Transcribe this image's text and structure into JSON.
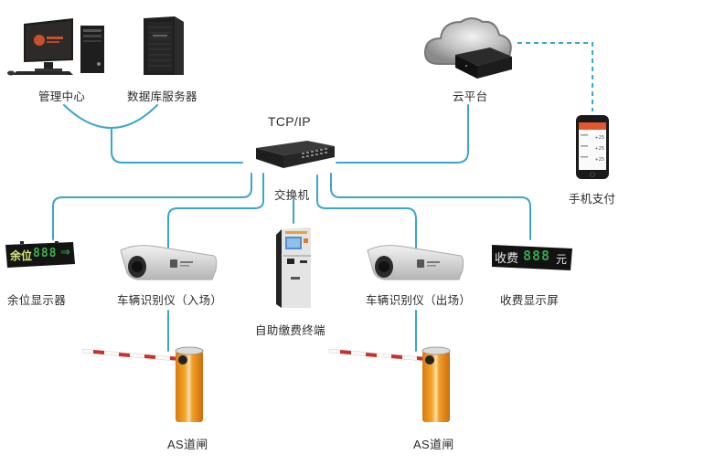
{
  "diagram": {
    "title": "停车场系统网络拓扑",
    "network_label": "TCP/IP",
    "line_color": "#3aa6cc",
    "nodes": {
      "management_center": {
        "label": "管理中心",
        "icon": "desktop-computer-icon"
      },
      "database_server": {
        "label": "数据库服务器",
        "icon": "tower-server-icon"
      },
      "cloud_platform": {
        "label": "云平台",
        "icon": "cloud-box-icon"
      },
      "mobile_payment": {
        "label": "手机支付",
        "icon": "smartphone-icon",
        "screen_amounts": [
          "+25",
          "+25",
          "+25"
        ]
      },
      "switch": {
        "label": "交换机",
        "icon": "network-switch-icon"
      },
      "space_display": {
        "label": "余位显示器",
        "icon": "led-display-icon",
        "text": "余位",
        "digits": "888",
        "arrow": "⇒"
      },
      "camera_entry": {
        "label": "车辆识别仪（入场）",
        "icon": "lpr-camera-icon"
      },
      "kiosk": {
        "label": "自助缴费终端",
        "icon": "payment-kiosk-icon"
      },
      "camera_exit": {
        "label": "车辆识别仪（出场）",
        "icon": "lpr-camera-icon"
      },
      "fee_display": {
        "label": "收费显示屏",
        "icon": "led-display-icon",
        "text": "收费",
        "digits": "888",
        "unit": "元"
      },
      "barrier_entry": {
        "label": "AS道闸",
        "icon": "barrier-gate-icon"
      },
      "barrier_exit": {
        "label": "AS道闸",
        "icon": "barrier-gate-icon"
      }
    },
    "links": [
      {
        "from": "management_center",
        "to": "switch",
        "style": "solid"
      },
      {
        "from": "database_server",
        "to": "switch",
        "style": "solid"
      },
      {
        "from": "cloud_platform",
        "to": "switch",
        "style": "solid"
      },
      {
        "from": "cloud_platform",
        "to": "mobile_payment",
        "style": "dashed"
      },
      {
        "from": "switch",
        "to": "space_display",
        "style": "solid"
      },
      {
        "from": "switch",
        "to": "camera_entry",
        "style": "solid"
      },
      {
        "from": "switch",
        "to": "kiosk",
        "style": "solid"
      },
      {
        "from": "switch",
        "to": "camera_exit",
        "style": "solid"
      },
      {
        "from": "switch",
        "to": "fee_display",
        "style": "solid"
      },
      {
        "from": "camera_entry",
        "to": "barrier_entry",
        "style": "solid"
      },
      {
        "from": "camera_exit",
        "to": "barrier_exit",
        "style": "solid"
      }
    ]
  }
}
